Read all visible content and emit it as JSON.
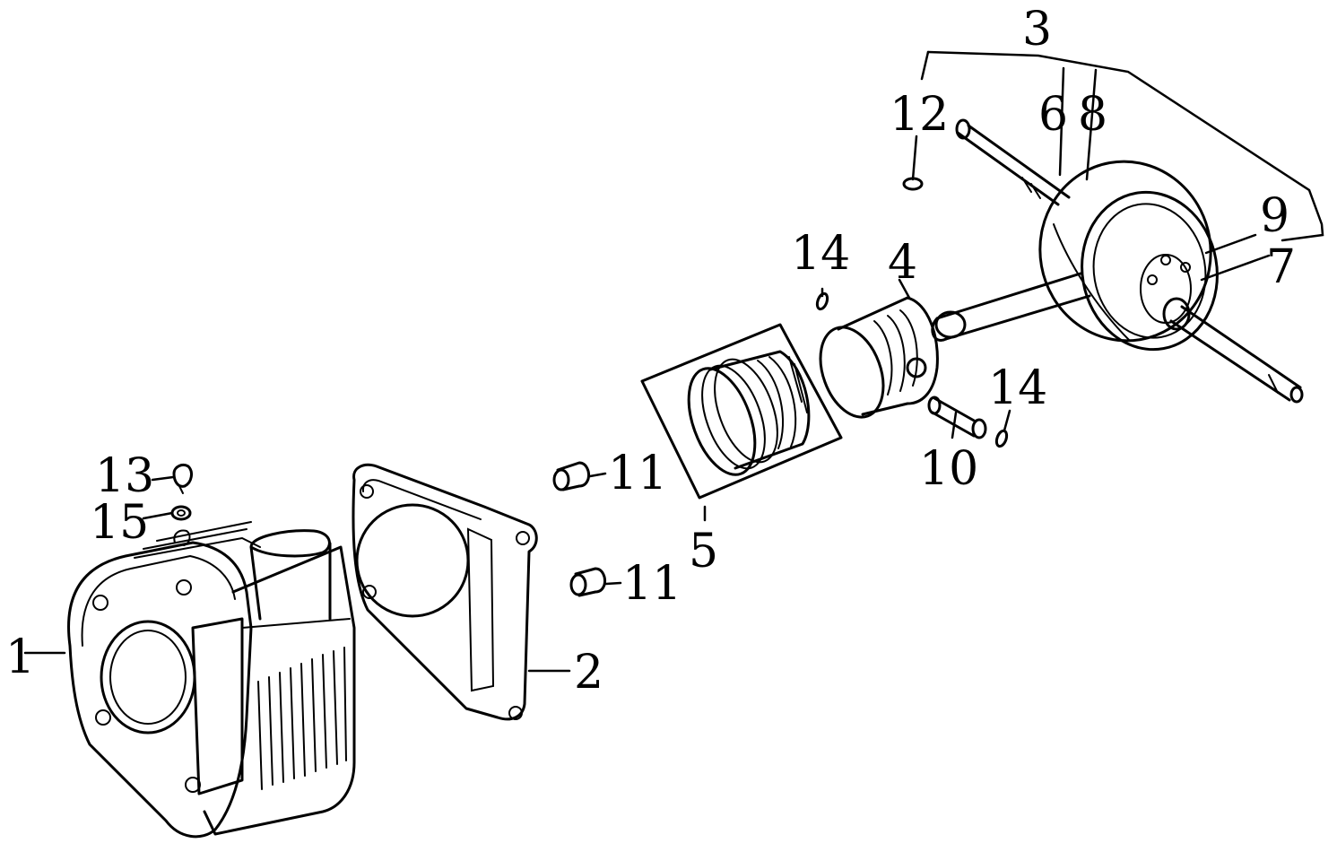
{
  "callouts": {
    "c1": "1",
    "c2": "2",
    "c3": "3",
    "c4": "4",
    "c5": "5",
    "c6": "6",
    "c7": "7",
    "c8": "8",
    "c9": "9",
    "c10": "10",
    "c11a": "11",
    "c11b": "11",
    "c12": "12",
    "c13": "13",
    "c14a": "14",
    "c14b": "14",
    "c15": "15"
  }
}
